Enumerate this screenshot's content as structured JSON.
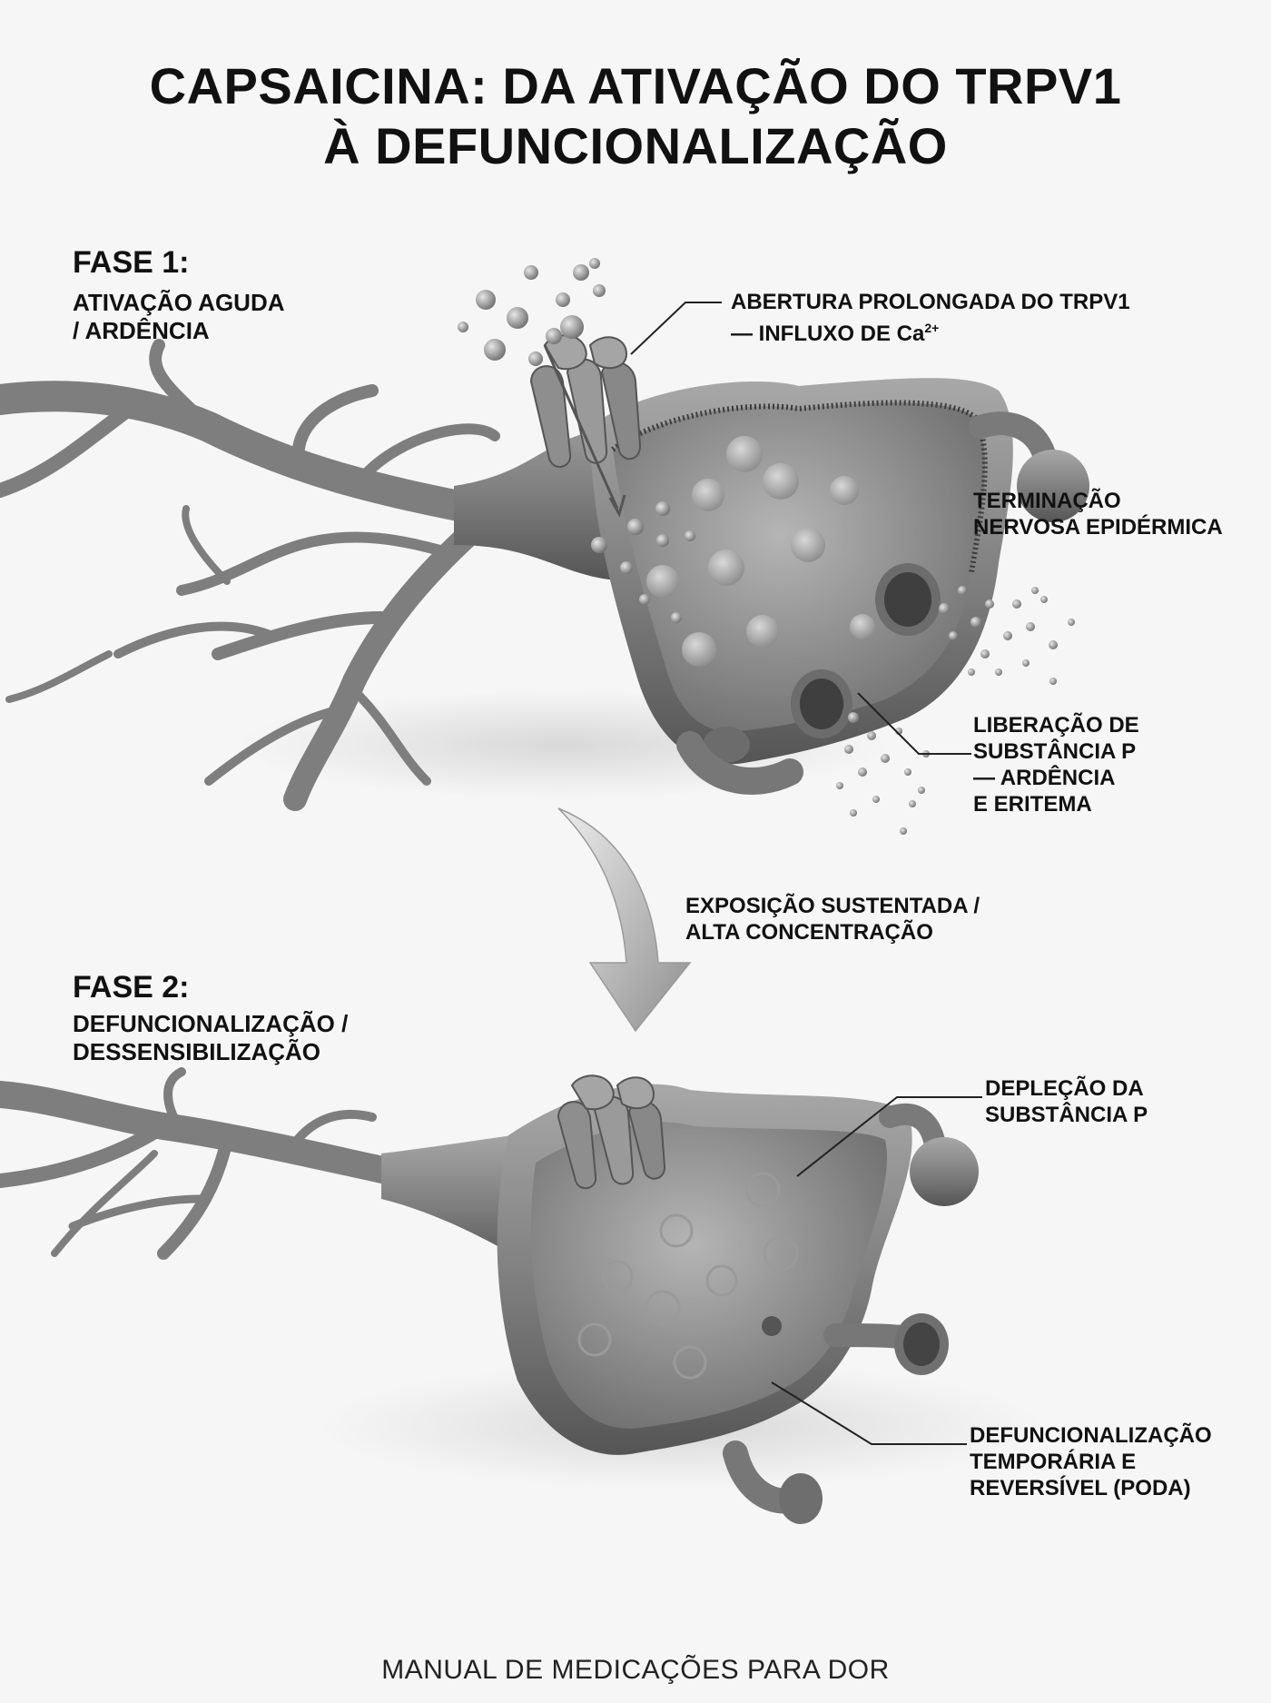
{
  "title": {
    "line1": "CAPSAICINA: DA ATIVAÇÃO DO TRPV1",
    "line2": "À DEFUNCIONALIZAÇÃO"
  },
  "phase1": {
    "heading": "FASE 1:",
    "sub_line1": "ATIVAÇÃO AGUDA",
    "sub_line2": "/ ARDÊNCIA"
  },
  "phase2": {
    "heading": "FASE 2:",
    "sub_line1": "DEFUNCIONALIZAÇÃO /",
    "sub_line2": "DESSENSIBILIZAÇÃO"
  },
  "labels": {
    "trpv1_line1": "ABERTURA PROLONGADA DO TRPV1",
    "trpv1_line2": "— INFLUXO DE Ca",
    "trpv1_sup": "2+",
    "terminal_line1": "TERMINAÇÃO",
    "terminal_line2": "NERVOSA EPIDÉRMICA",
    "release_line1": "LIBERAÇÃO DE",
    "release_line2": "SUBSTÂNCIA P",
    "release_line3": "— ARDÊNCIA",
    "release_line4": "E ERITEMA",
    "transition_line1": "EXPOSIÇÃO SUSTENTADA /",
    "transition_line2": "ALTA CONCENTRAÇÃO",
    "depletion_line1": "DEPLEÇÃO DA",
    "depletion_line2": "SUBSTÂNCIA P",
    "defunc_line1": "DEFUNCIONALIZAÇÃO",
    "defunc_line2": "TEMPORÁRIA E",
    "defunc_line3": "REVERSÍVEL (PODA)"
  },
  "footer": "MANUAL DE MEDICAÇÕES PARA DOR",
  "colors": {
    "background": "#f6f6f6",
    "neuron": "#8c8c8c",
    "neuron_dark": "#5a5a5a",
    "text": "#111111"
  }
}
